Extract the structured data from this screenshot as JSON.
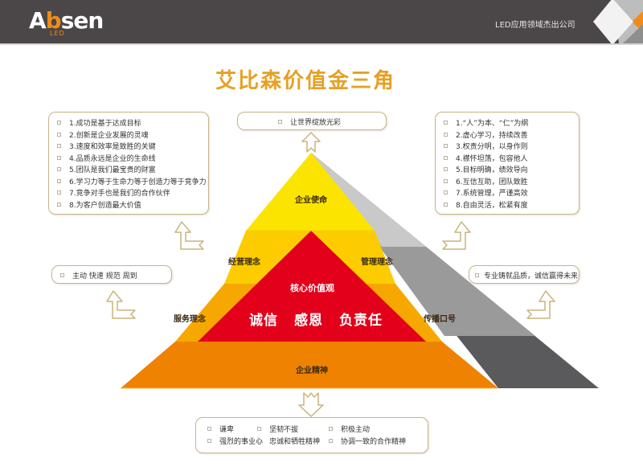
{
  "header": {
    "logo_text_pre": "A",
    "logo_text_b": "b",
    "logo_text_post": "sen",
    "logo_sub": "LED",
    "tagline": "LED应用领域杰出公司"
  },
  "title": "艾比森价值金三角",
  "vision_box": {
    "text": "让世界绽放光彩"
  },
  "left_principles": {
    "items": [
      "1.成功是基于达成目标",
      "2.创新是企业发展的灵魂",
      "3.速度和效率是致胜的关键",
      "4.品质永远是企业的生命线",
      "5.团队是我们最宝贵的财富",
      "6.学习力等于生命力等于创造力等于竞争力",
      "7.竞争对手也是我们的合作伙伴",
      "8.为客户创造最大价值"
    ]
  },
  "right_principles": {
    "items": [
      "1.“人”为本、“仁”为纲",
      "2.虚心学习，持续改善",
      "3.权责分明，以身作则",
      "4.襟怀坦荡，包容他人",
      "5.目标明确，绩效导向",
      "6.互信互助，团队致胜",
      "7.系统管理，严谨高效",
      "8.自由灵活，松紧有度"
    ]
  },
  "service_box": {
    "text": "主动 快速 规范 周到"
  },
  "slogan_box": {
    "text": "专业铸就品质，诚信赢得未来"
  },
  "pyramid": {
    "top": "企业使命",
    "mid_left": "经营理念",
    "mid_right": "管理理念",
    "low_left": "服务理念",
    "low_right": "传播口号",
    "base": "企业精神",
    "core_title": "核心价值观",
    "core_values": [
      "诚信",
      "感恩",
      "负责任"
    ],
    "colors": {
      "yellow": "#fbe400",
      "gold": "#fccc00",
      "amber": "#f7a800",
      "orange": "#ef8200",
      "red": "#e2001a",
      "shadow_light": "#c8c8c8",
      "shadow_mid": "#9a9a9a",
      "shadow_dark": "#5a5a5c"
    }
  },
  "spirit_box": {
    "items": [
      [
        "谦卑",
        "坚韧不拔",
        "积极主动"
      ],
      [
        "强烈的事业心",
        "忠诚和牺牲精神",
        "协调一致的合作精神"
      ]
    ]
  }
}
